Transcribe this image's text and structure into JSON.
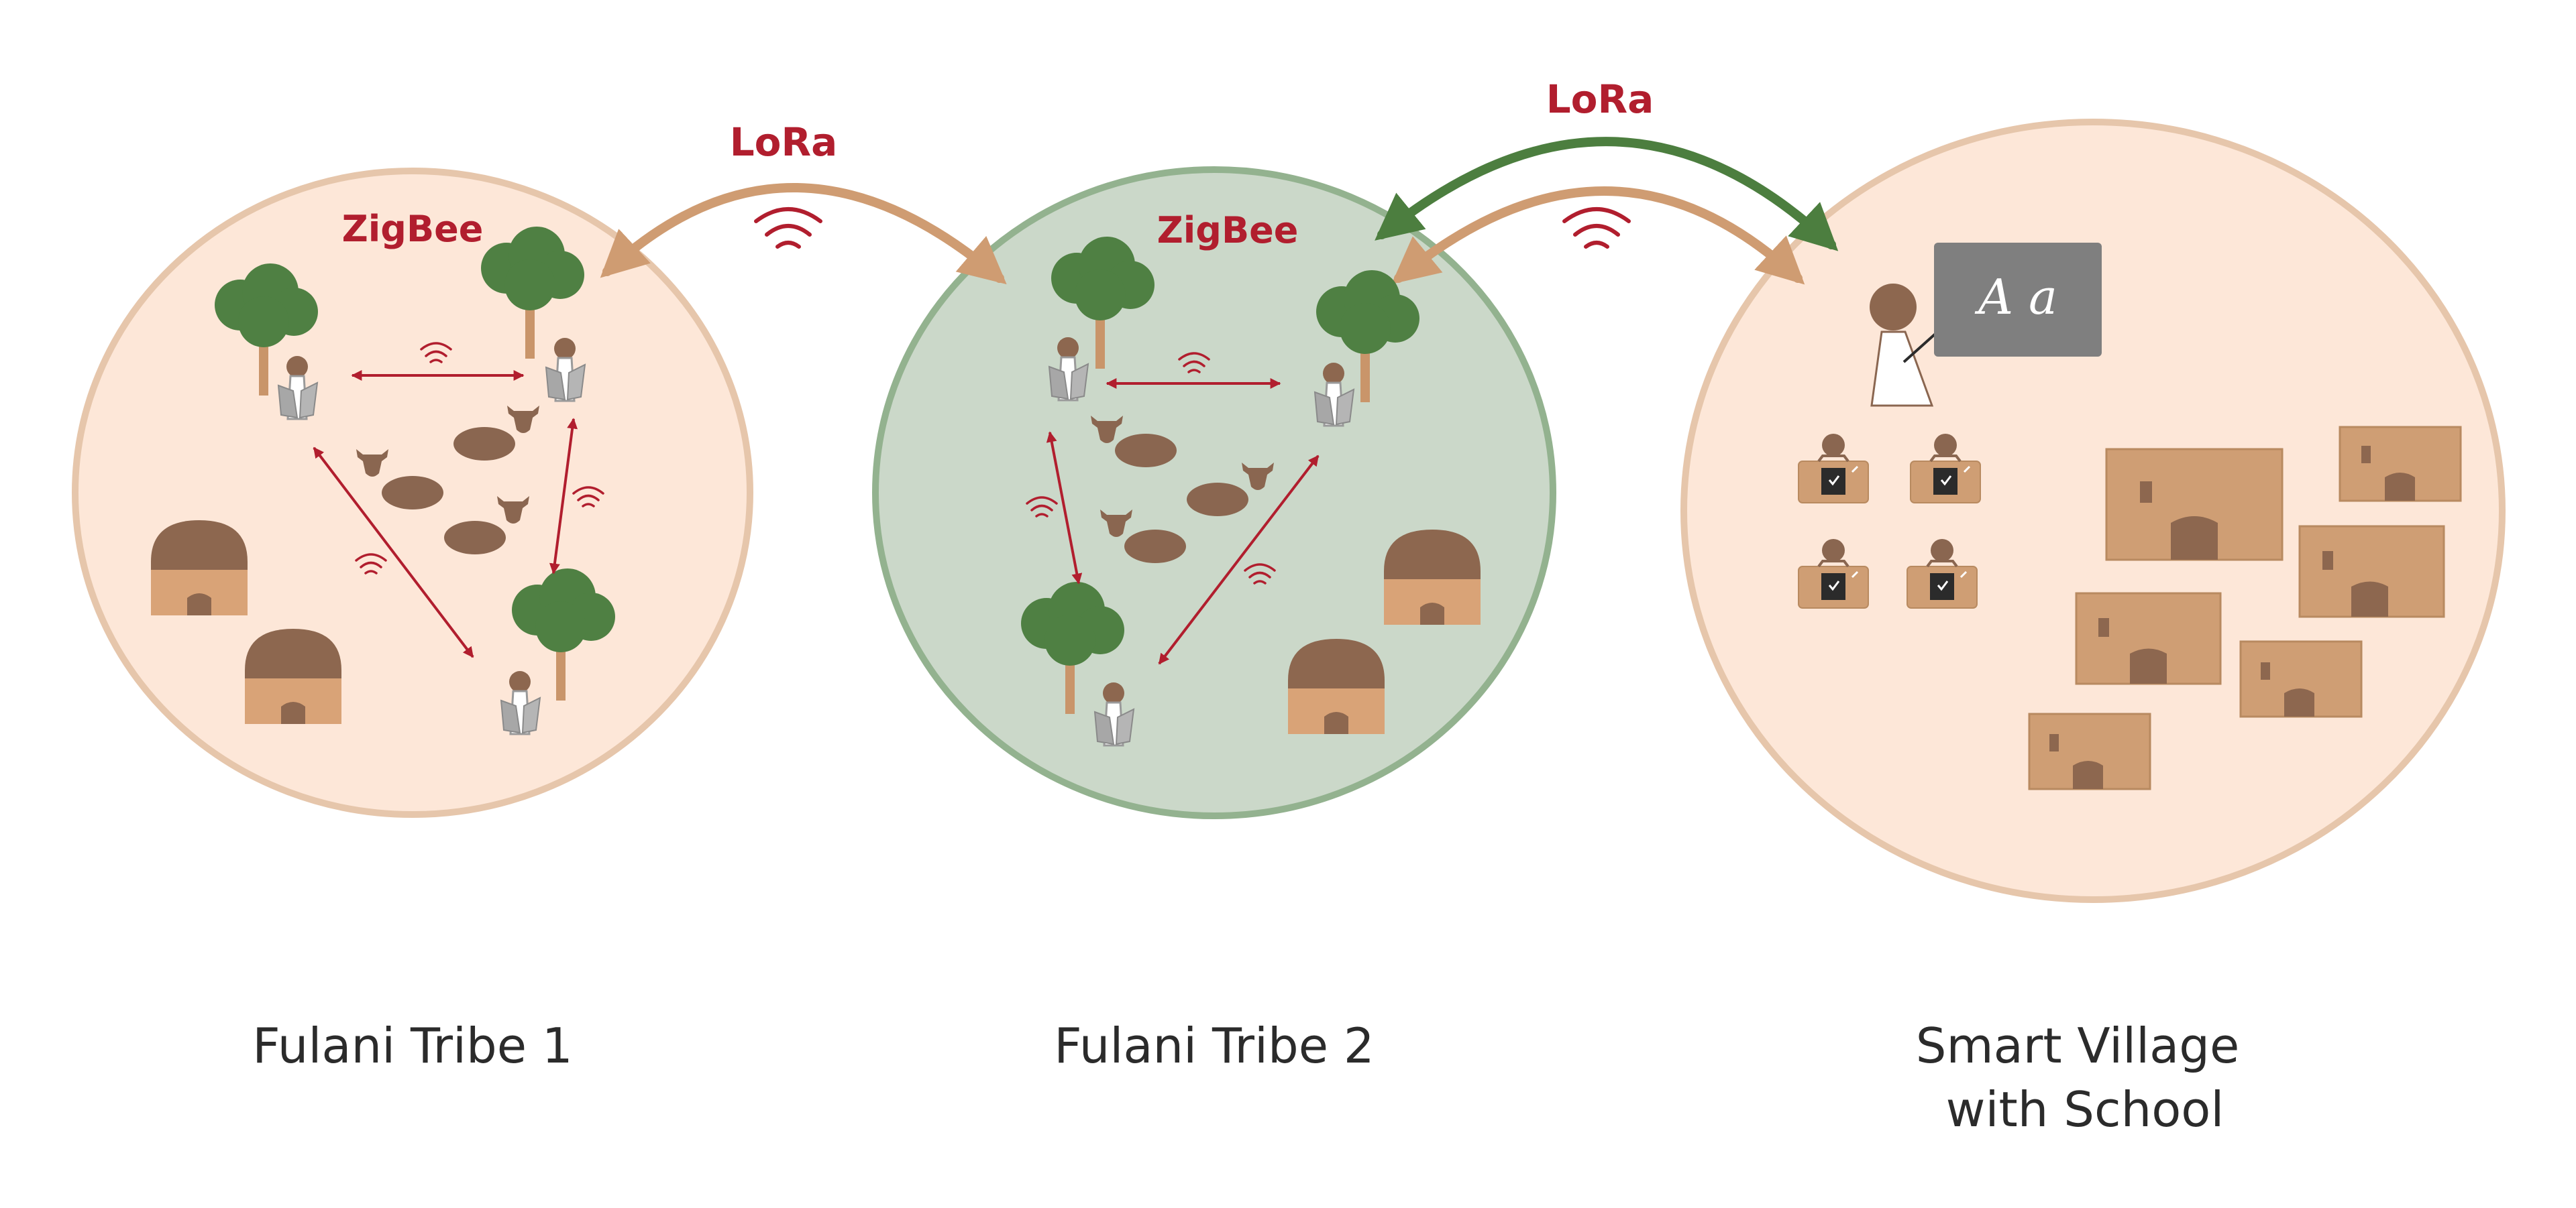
{
  "labels": {
    "lora_left": "LoRa",
    "lora_right": "LoRa",
    "zigbee_tribe1": "ZigBee",
    "zigbee_tribe2": "ZigBee",
    "blackboard_text": "A a"
  },
  "captions": {
    "tribe1": "Fulani Tribe 1",
    "tribe2": "Fulani Tribe 2",
    "village_line1": "Smart Village",
    "village_line2": "with School"
  },
  "colors": {
    "tribe_fill": "#fde7d8",
    "tribe_stroke": "#e6c6ab",
    "tribe2_fill": "#cbd8c9",
    "tribe2_stroke": "#93b28f",
    "lora_tan": "#cf9c72",
    "lora_green": "#4c7e3f",
    "zigbee_red": "#b11e2e",
    "tree_green": "#4f8043",
    "trunk": "#c9956a",
    "hut_roof": "#8d674f",
    "hut_wall": "#d9a377",
    "cow": "#8a6650",
    "herder": "#9a9a9a",
    "blackboard": "#7f7f7f",
    "building": "#cf9e74"
  },
  "icons": [
    "tree-icon",
    "hut-icon",
    "cow-icon",
    "herder-icon",
    "signal-icon",
    "teacher-icon",
    "blackboard-icon",
    "student-desk-icon",
    "building-icon"
  ]
}
